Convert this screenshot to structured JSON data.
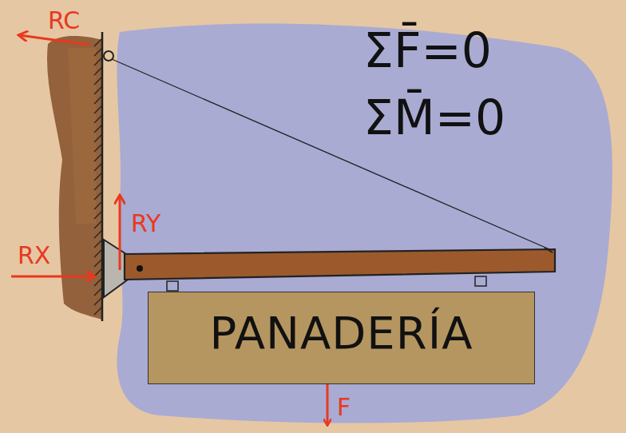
{
  "diagram": {
    "nodes": [
      {
        "text": [
          "PANADERÍA"
        ]
      }
    ],
    "labels": [
      "RC",
      "RY",
      "RX",
      "F",
      "ΣF̄=0",
      "ΣM̄=0"
    ]
  }
}
